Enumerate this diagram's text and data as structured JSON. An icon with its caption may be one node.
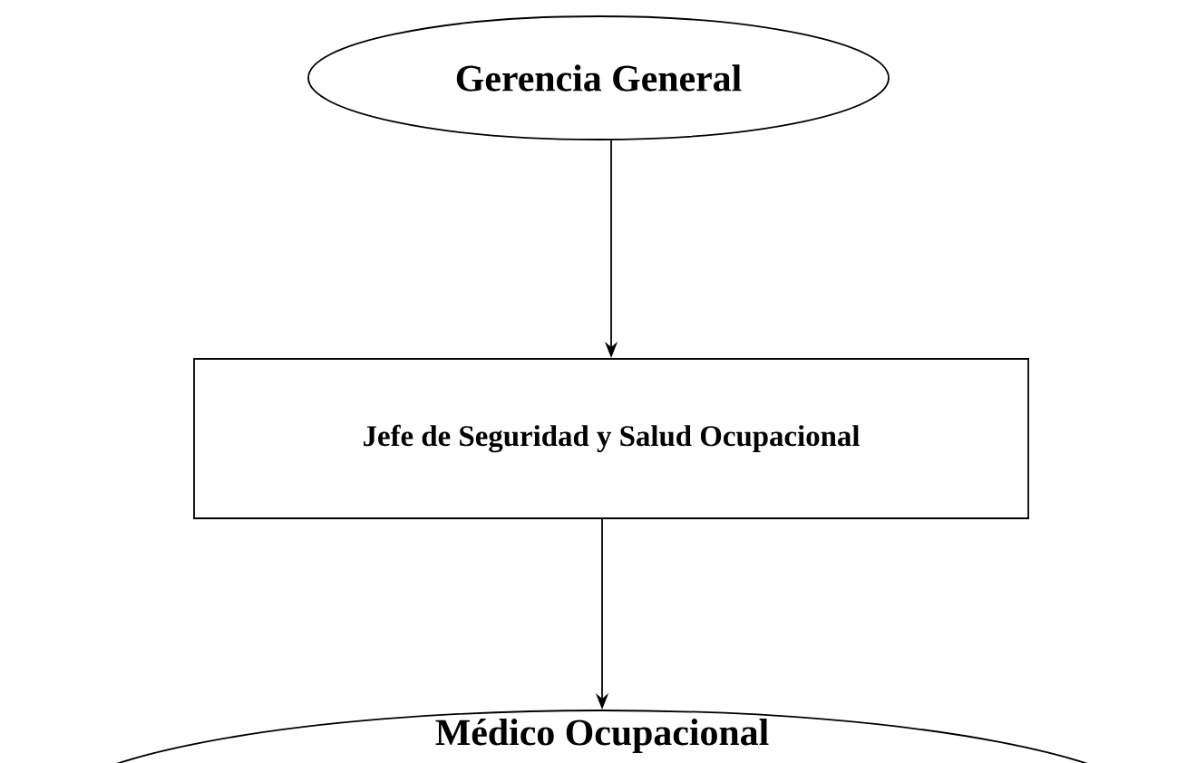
{
  "diagram": {
    "nodes": [
      {
        "text": [
          "Gerencia General"
        ]
      },
      {
        "text": [
          "Jefe de Seguridad y Salud Ocupacional"
        ]
      },
      {
        "text": [
          "Médico Ocupacional"
        ]
      }
    ],
    "edges": [
      {
        "from": 0,
        "to": 1,
        "arrow": "to"
      },
      {
        "from": 1,
        "to": 2,
        "arrow": "to"
      }
    ]
  }
}
